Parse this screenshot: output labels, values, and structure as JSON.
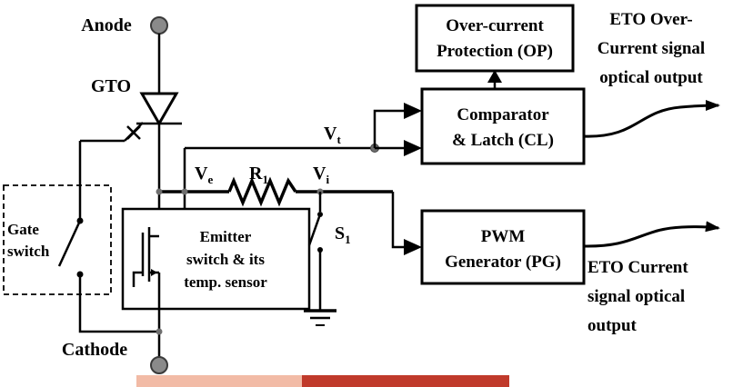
{
  "title": "ETO gate drive and sensing block diagram",
  "colors": {
    "wire": "#000000",
    "terminal_fill": "#8a8a8a",
    "terminal_stroke": "#3a3a3a",
    "junction": "#6e6e6e",
    "artifact_left": "#f2bba6",
    "artifact_right": "#c03a2b"
  },
  "terminals": {
    "anode_label": "Anode",
    "cathode_label": "Cathode"
  },
  "device": {
    "gto_label": "GTO"
  },
  "gate_switch": {
    "line1": "Gate",
    "line2": "switch"
  },
  "emitter_box": {
    "line1": "Emitter",
    "line2": "switch & its",
    "line3": "temp. sensor"
  },
  "nodes": {
    "vt": {
      "base": "V",
      "sub": "t"
    },
    "ve": {
      "base": "V",
      "sub": "e"
    },
    "vi": {
      "base": "V",
      "sub": "i"
    },
    "r1": {
      "base": "R",
      "sub": "1"
    },
    "s1": {
      "base": "S",
      "sub": "1"
    }
  },
  "blocks": {
    "op": {
      "line1": "Over-current",
      "line2": "Protection (OP)"
    },
    "cl": {
      "line1": "Comparator",
      "line2": "& Latch (CL)"
    },
    "pg": {
      "line1": "PWM",
      "line2": "Generator (PG)"
    }
  },
  "outputs": {
    "over_current": {
      "line1": "ETO Over-",
      "line2": "Current signal",
      "line3": "optical output"
    },
    "current": {
      "line1": "ETO Current",
      "line2": "signal optical",
      "line3": "output"
    }
  }
}
